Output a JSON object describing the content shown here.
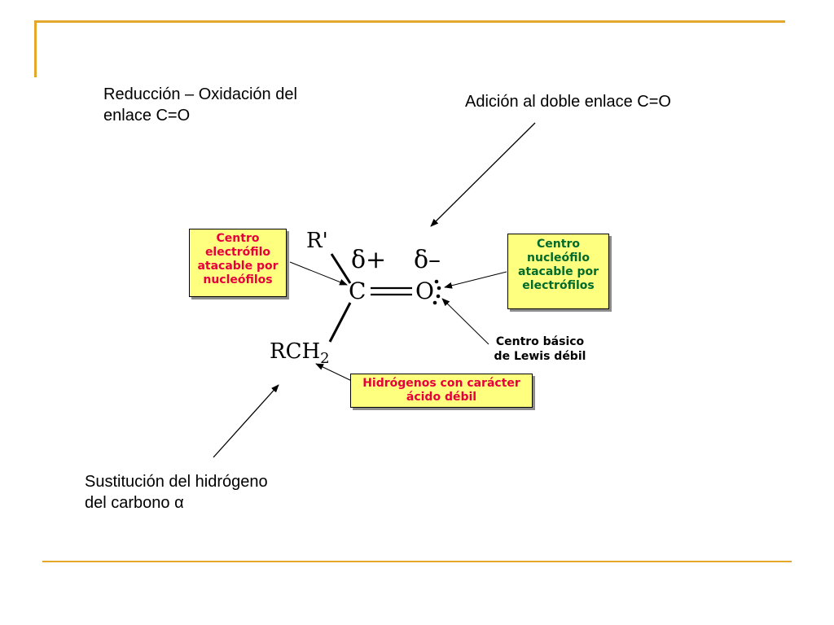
{
  "colors": {
    "frame": "#e3a82b",
    "box_fill": "#ffff7f",
    "electrophile_text": "#e8003c",
    "nucleophile_text": "#006b2a",
    "ink": "#000000"
  },
  "labels": {
    "reduction": [
      "Reducción – Oxidación del",
      "enlace C=O"
    ],
    "addition": "Adición al doble enlace C=O",
    "substitution": [
      "Sustitución del hidrógeno",
      "del carbono α"
    ]
  },
  "boxes": {
    "electrophile": [
      "Centro",
      "electrófilo",
      "atacable por",
      "nucleófilos"
    ],
    "nucleophile": [
      "Centro",
      "nucleófilo",
      "atacable por",
      "electrófilos"
    ],
    "acid_h": [
      "Hidrógenos con carácter",
      "ácido débil"
    ]
  },
  "notes": {
    "lewis": [
      "Centro básico",
      "de Lewis débil"
    ]
  },
  "molecule": {
    "r_prime": "R'",
    "carbon": "C",
    "oxygen": "O",
    "rch2": "RCH",
    "rch2_sub": "2",
    "delta_plus": "δ+",
    "delta_minus": "δ–"
  }
}
